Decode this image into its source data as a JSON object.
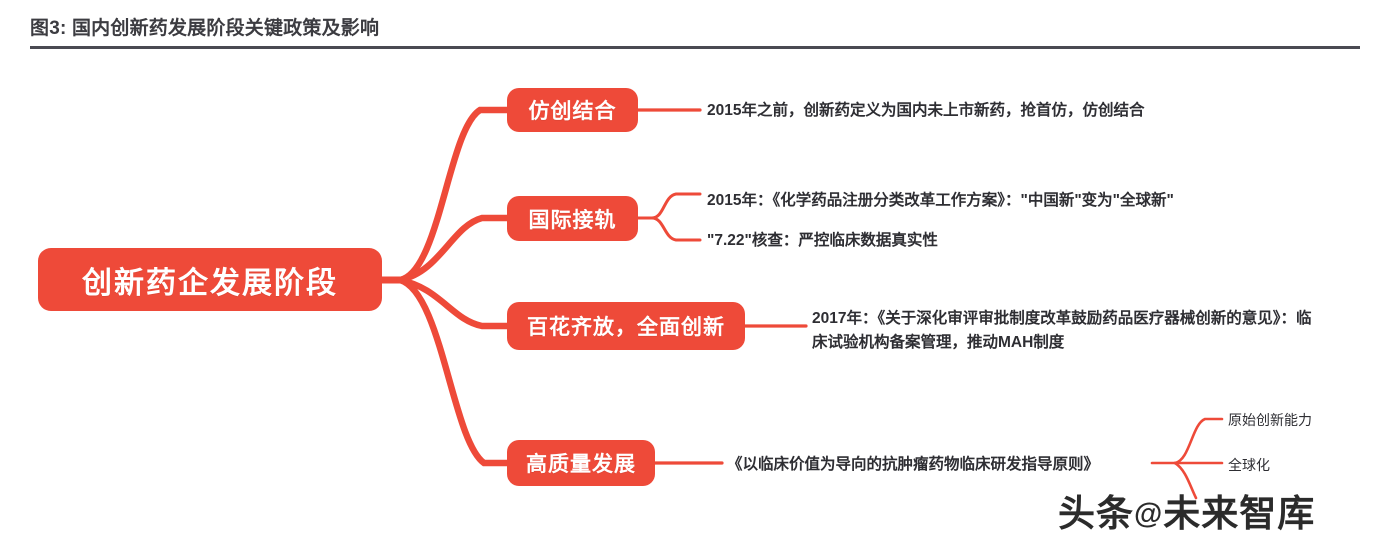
{
  "header": {
    "title": "图3: 国内创新药发展阶段关键政策及影响",
    "rule_color": "#4a4a52"
  },
  "theme": {
    "accent": "#ee4a39",
    "text": "#2e2e33",
    "background": "#ffffff"
  },
  "mindmap": {
    "root": {
      "label": "创新药企发展阶段"
    },
    "branches": [
      {
        "label": "仿创结合",
        "leaves": [
          "2015年之前，创新药定义为国内未上市新药，抢首仿，仿创结合"
        ]
      },
      {
        "label": "国际接轨",
        "leaves": [
          "2015年：《化学药品注册分类改革工作方案》：\"中国新\"变为\"全球新\"",
          "\"7.22\"核查：严控临床数据真实性"
        ]
      },
      {
        "label": "百花齐放，全面创新",
        "leaves": [
          "2017年：《关于深化审评审批制度改革鼓励药品医疗器械创新的意见》：临床试验机构备案管理，推动MAH制度"
        ]
      },
      {
        "label": "高质量发展",
        "leaves": [
          "《以临床价值为导向的抗肿瘤药物临床研发指导原则》"
        ],
        "sub_leaves": [
          "原始创新能力",
          "全球化"
        ]
      }
    ]
  },
  "watermark": {
    "prefix": "头条",
    "at": "@",
    "suffix": "未来智库"
  }
}
